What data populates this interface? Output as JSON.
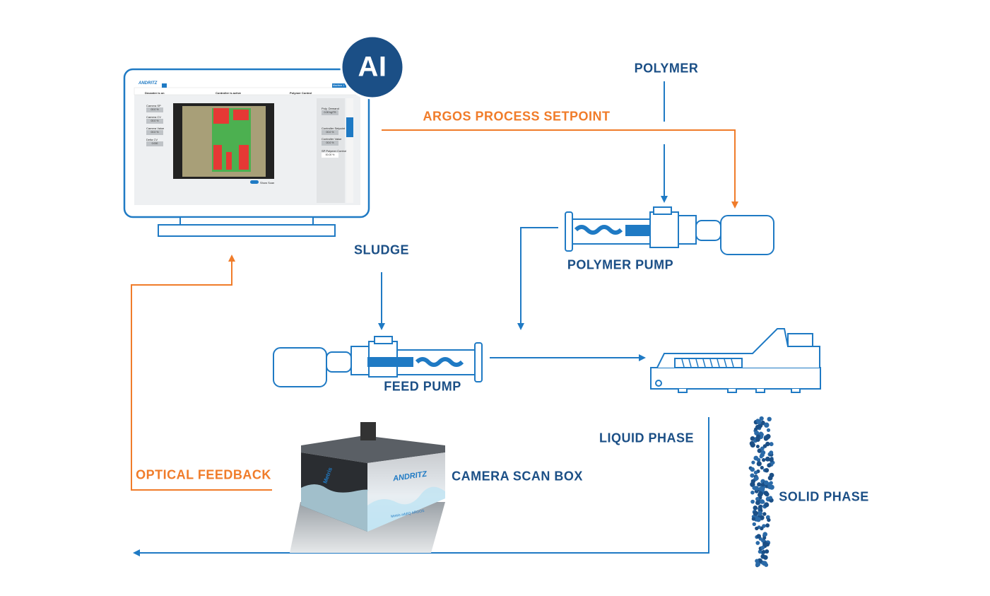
{
  "colors": {
    "line_blue": "#1f7ac4",
    "text_blue": "#1b4f86",
    "orange": "#f07c2a"
  },
  "labels": {
    "ai": "AI",
    "polymer": "POLYMER",
    "argos_setpoint": "ARGOS PROCESS SETPOINT",
    "polymer_pump": "POLYMER PUMP",
    "sludge": "SLUDGE",
    "feed_pump": "FEED PUMP",
    "liquid_phase": "LIQUID PHASE",
    "solid_phase": "SOLID PHASE",
    "camera_scan_box": "CAMERA SCAN BOX",
    "optical_feedback": "OPTICAL FEEDBACK"
  },
  "screen": {
    "logo": "ANDRITZ",
    "machine_button": "Machine 1",
    "status": [
      "Decanter is on",
      "Controller is active",
      "Polymer Control"
    ],
    "left_fields": [
      {
        "label": "Camera SP",
        "value": "00.0 %"
      },
      {
        "label": "Camera CV",
        "value": "00.0 %"
      },
      {
        "label": "Camera Value",
        "value": "00.0 %"
      },
      {
        "label": "Delta CV",
        "value": "0.000"
      }
    ],
    "right_fields": [
      {
        "label": "Poly. Demand",
        "value": "0.00 kg/TS"
      },
      {
        "label": "Controller Setpoint",
        "value": "00.0 %"
      },
      {
        "label": "Controller Value",
        "value": "00.0 %"
      },
      {
        "label": "SP Polymer Control",
        "value": "00.00 %"
      }
    ],
    "show_scan": "Show Scan"
  },
  "camera_box": {
    "brand": "ANDRITZ",
    "sub_brand": "Metris",
    "product": "Metris addIQ ARGOS"
  }
}
